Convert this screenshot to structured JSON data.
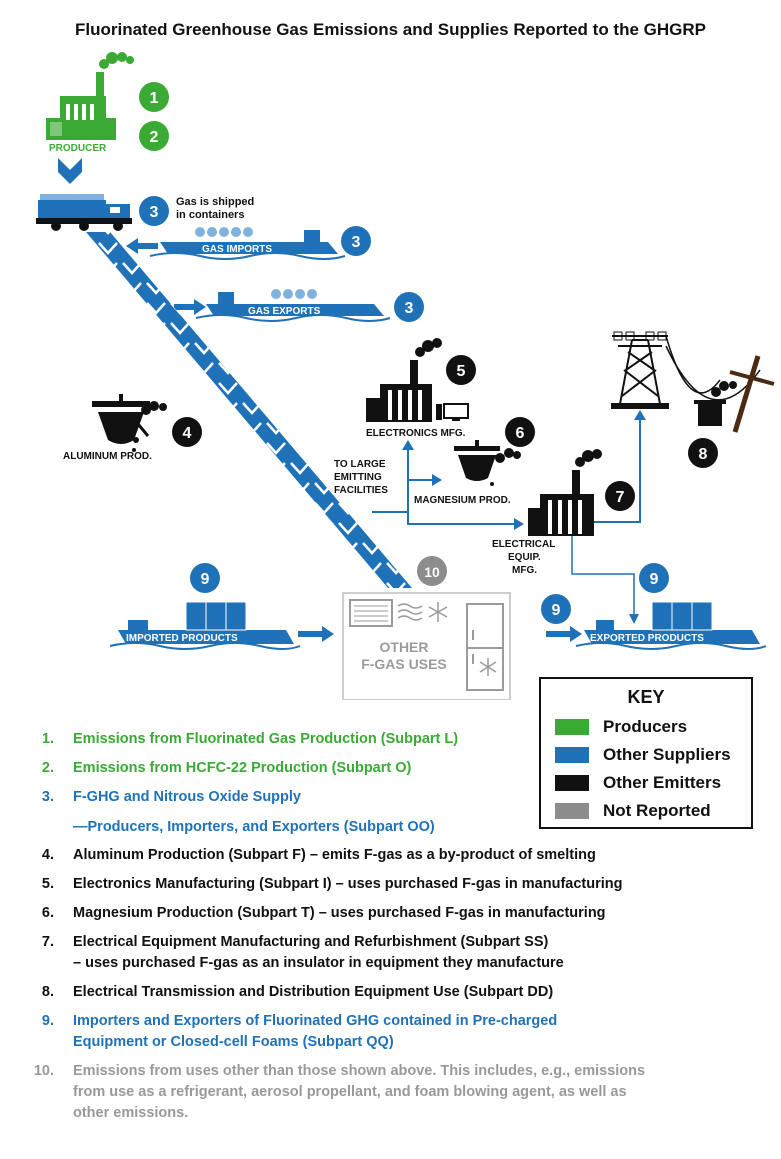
{
  "title": "Fluorinated Greenhouse Gas Emissions and Supplies Reported to the GHGRP",
  "colors": {
    "producers": "#3aaa35",
    "suppliers": "#1f72b8",
    "emitters": "#111111",
    "not_reported": "#8c8c8c"
  },
  "diagram": {
    "producer_label": "PRODUCER",
    "badges": [
      "1",
      "2",
      "3",
      "3",
      "3",
      "4",
      "5",
      "6",
      "7",
      "8",
      "9",
      "9",
      "9",
      "10"
    ],
    "shipped_line1": "Gas is shipped",
    "shipped_line2": "in containers",
    "gas_imports": "GAS IMPORTS",
    "gas_exports": "GAS EXPORTS",
    "aluminum": "ALUMINUM PROD.",
    "electronics": "ELECTRONICS MFG.",
    "magnesium": "MAGNESIUM PROD.",
    "to_large_1": "TO LARGE",
    "to_large_2": "EMITTING",
    "to_large_3": "FACILITIES",
    "electrical_1": "ELECTRICAL",
    "electrical_2": "EQUIP.",
    "electrical_3": "MFG.",
    "imported_products": "IMPORTED PRODUCTS",
    "exported_products": "EXPORTED PRODUCTS",
    "other_1": "OTHER",
    "other_2": "F-GAS USES"
  },
  "key": {
    "title": "KEY",
    "items": [
      {
        "label": "Producers"
      },
      {
        "label": "Other Suppliers"
      },
      {
        "label": "Other Emitters"
      },
      {
        "label": "Not Reported"
      }
    ]
  },
  "legend": [
    {
      "num": "1.",
      "text": "Emissions from Fluorinated Gas Production (Subpart L)"
    },
    {
      "num": "2.",
      "text": "Emissions from HCFC-22 Production (Subpart O)"
    },
    {
      "num": "3.",
      "text": "F-GHG and Nitrous Oxide Supply"
    },
    {
      "num": "",
      "text": "—Producers, Importers, and Exporters (Subpart OO)"
    },
    {
      "num": "4.",
      "text": "Aluminum Production (Subpart F) – emits F-gas as a by-product of smelting"
    },
    {
      "num": "5.",
      "text": "Electronics Manufacturing (Subpart I) – uses purchased F-gas in manufacturing"
    },
    {
      "num": "6.",
      "text": "Magnesium Production (Subpart T) – uses purchased F-gas in manufacturing"
    },
    {
      "num": "7.",
      "text": "Electrical Equipment Manufacturing and Refurbishment (Subpart SS)"
    },
    {
      "num": "",
      "text": "– uses purchased F-gas as an insulator in equipment they manufacture"
    },
    {
      "num": "8.",
      "text": "Electrical Transmission and Distribution Equipment Use (Subpart DD)"
    },
    {
      "num": "9.",
      "text": "Importers and Exporters of Fluorinated GHG contained in Pre-charged"
    },
    {
      "num": "",
      "text": "Equipment or Closed-cell Foams (Subpart QQ)"
    },
    {
      "num": "10.",
      "text": "Emissions from uses other than those shown above. This includes, e.g., emissions"
    },
    {
      "num": "",
      "text": "from use as a refrigerant, aerosol propellant, and foam blowing agent, as well as"
    },
    {
      "num": "",
      "text": "other emissions."
    }
  ]
}
